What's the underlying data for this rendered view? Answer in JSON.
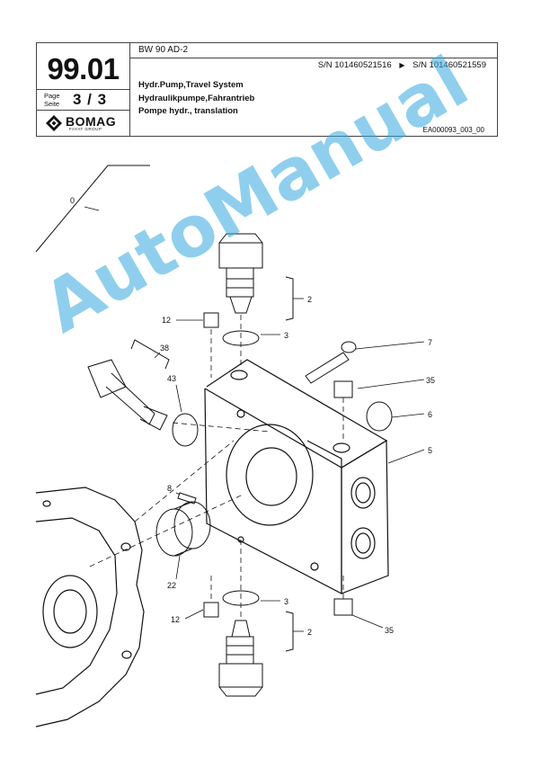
{
  "header": {
    "model": "BW 90 AD-2",
    "serial_from": "S/N 101460521516",
    "serial_arrow": "▶",
    "serial_to": "S/N 101460521559",
    "title_en": "Hydr.Pump,Travel System",
    "title_de": "Hydraulikpumpe,Fahrantrieb",
    "title_fr": "Pompe hydr., translation",
    "doc_id": "EA000093_003_00",
    "group_number": "99.01",
    "page_label_en": "Page",
    "page_label_de": "Seite",
    "page_value": "3 / 3",
    "brand_name": "BOMAG",
    "brand_sub": "FAYAT GROUP"
  },
  "callouts": {
    "c0": "0",
    "c2a": "2",
    "c3a": "3",
    "c12a": "12",
    "c7": "7",
    "c38": "38",
    "c43": "43",
    "c35a": "35",
    "c6": "6",
    "c5": "5",
    "c8": "8",
    "c22": "22",
    "c3b": "3",
    "c12b": "12",
    "c2b": "2",
    "c35b": "35"
  },
  "watermark": "AutoManual",
  "colors": {
    "watermark": "#35a9e0",
    "line": "#111111"
  }
}
